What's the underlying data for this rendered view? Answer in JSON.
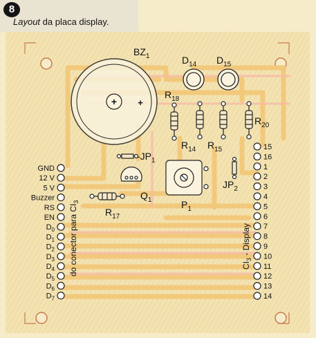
{
  "figure": {
    "number": "8",
    "caption_italic": "Layout",
    "caption_rest": " da placa display."
  },
  "components": {
    "buzzer": "BZ",
    "buzzer_sub": "1",
    "d14": "D",
    "d14_sub": "14",
    "d15": "D",
    "d15_sub": "15",
    "r18": "R",
    "r18_sub": "18",
    "r14": "R",
    "r14_sub": "14",
    "r15": "R",
    "r15_sub": "15",
    "r20": "R",
    "r20_sub": "20",
    "jp1": "-JP",
    "jp1_sub": "1",
    "q1": "Q",
    "q1_sub": "1",
    "p1": "P",
    "p1_sub": "1",
    "jp2": "JP",
    "jp2_sub": "2",
    "r17": "R",
    "r17_sub": "17",
    "plus_center": "+",
    "plus_right": "+"
  },
  "left_connector": {
    "title": "do conector para CI",
    "title_sub": "3",
    "pins": [
      {
        "label": "GND",
        "sub": ""
      },
      {
        "label": "12 V",
        "sub": ""
      },
      {
        "label": "5 V",
        "sub": ""
      },
      {
        "label": "Buzzer",
        "sub": ""
      },
      {
        "label": "RS",
        "sub": ""
      },
      {
        "label": "EN",
        "sub": ""
      },
      {
        "label": "D",
        "sub": "0"
      },
      {
        "label": "D",
        "sub": "1"
      },
      {
        "label": "D",
        "sub": "2"
      },
      {
        "label": "D",
        "sub": "3"
      },
      {
        "label": "D",
        "sub": "4"
      },
      {
        "label": "D",
        "sub": "5"
      },
      {
        "label": "D",
        "sub": "6"
      },
      {
        "label": "D",
        "sub": "7"
      }
    ]
  },
  "right_connector": {
    "title": "CI",
    "title_sub": "3",
    "title_rest": " - Display",
    "pins": [
      "15",
      "16",
      "1",
      "2",
      "3",
      "4",
      "5",
      "6",
      "7",
      "8",
      "9",
      "10",
      "11",
      "12",
      "13",
      "14"
    ]
  }
}
